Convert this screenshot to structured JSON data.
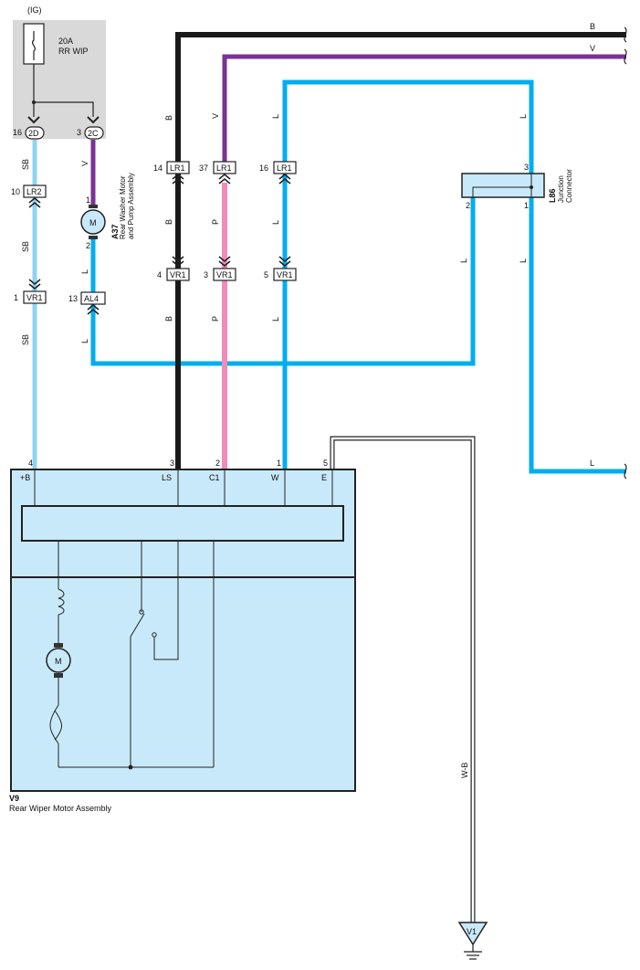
{
  "ig_label": "(IG)",
  "fuse": {
    "amp": "20A",
    "name": "RR WIP"
  },
  "fuse_out": [
    {
      "pin": "16",
      "conn": "2D"
    },
    {
      "pin": "3",
      "conn": "2C"
    }
  ],
  "washer_motor": {
    "id": "A37",
    "name1": "Rear Washer Motor",
    "name2": "and Pump Assembly",
    "symbol": "M",
    "pin_top": "1",
    "pin_bottom": "2"
  },
  "junction": {
    "id": "L86",
    "name1": "Junction",
    "name2": "Connector",
    "pin_in": "3",
    "pin_left": "2",
    "pin_right": "1"
  },
  "connectors": {
    "lr2": {
      "pin": "10",
      "name": "LR2"
    },
    "vr1_sb": {
      "pin": "1",
      "name": "VR1"
    },
    "al4": {
      "pin": "13",
      "name": "AL4"
    },
    "lr1_b": {
      "pin": "14",
      "name": "LR1"
    },
    "vr1_b": {
      "pin": "4",
      "name": "VR1"
    },
    "lr1_v": {
      "pin": "37",
      "name": "LR1"
    },
    "vr1_p": {
      "pin": "3",
      "name": "VR1"
    },
    "lr1_l": {
      "pin": "16",
      "name": "LR1"
    },
    "vr1_l": {
      "pin": "5",
      "name": "VR1"
    }
  },
  "wire_colors": {
    "sb": "SB",
    "v": "V",
    "l": "L",
    "b": "B",
    "p": "P",
    "wb": "W-B"
  },
  "colors": {
    "sb": "#8fd3f4",
    "l": "#00aeef",
    "b": "#1a1a1a",
    "v": "#7b3294",
    "p": "#f08cba",
    "component_fill": "#c8e9f9",
    "fuse_box": "#d9d9d9"
  },
  "motor_assembly": {
    "id": "V9",
    "name": "Rear Wiper Motor Assembly",
    "motor_symbol": "M",
    "pins": [
      {
        "num": "4",
        "label": "+B"
      },
      {
        "num": "3",
        "label": "LS"
      },
      {
        "num": "2",
        "label": "C1"
      },
      {
        "num": "1",
        "label": "W"
      },
      {
        "num": "5",
        "label": "E"
      }
    ]
  },
  "ground": {
    "id": "V1"
  }
}
